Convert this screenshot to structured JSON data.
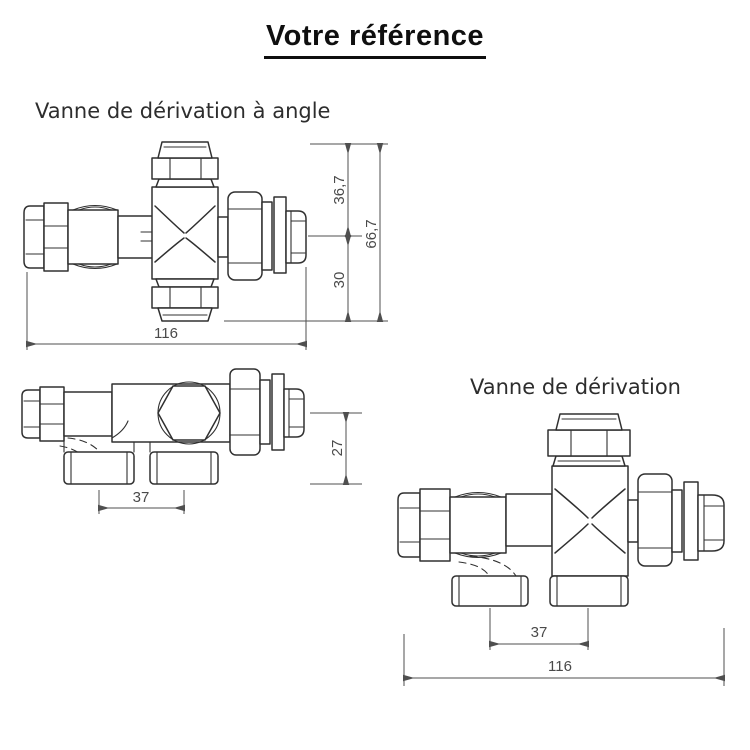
{
  "title": {
    "text": "Votre référence"
  },
  "colors": {
    "background": "#ffffff",
    "line": "#303030",
    "dim_line": "#4f4f4f",
    "dim_text": "#4a4a4a",
    "label_text": "#2d2d2d",
    "title_text": "#0f0f0f"
  },
  "drawings": {
    "angle_valve": {
      "label": "Vanne de dérivation à angle",
      "dims": {
        "top_to_center": "36,7",
        "center_to_bottom": "30",
        "total_height": "66,7",
        "total_width": "116"
      }
    },
    "top_view": {
      "dims": {
        "port_spacing": "37",
        "center_to_port_bottom": "27"
      }
    },
    "straight_valve": {
      "label": "Vanne de dérivation",
      "dims": {
        "port_spacing": "37",
        "total_width": "116"
      }
    }
  }
}
